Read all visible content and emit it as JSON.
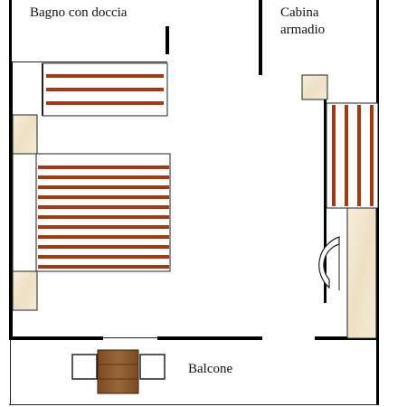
{
  "labels": {
    "bathroom": "Bagno con doccia",
    "closet_line1": "Cabina",
    "closet_line2": "armadio",
    "balcony": "Balcone"
  },
  "colors": {
    "wall": "#000000",
    "outline": "#222222",
    "furniture_fill": "#ffffff",
    "slat": "#a33a14",
    "nightstand": "#f2e6cf",
    "table": "#8a5a2e",
    "table_line": "#5a3512"
  },
  "furniture": {
    "bed_single_slats": 3,
    "bed_double_slats": 11,
    "wardrobe_slats": 4,
    "table_planks": 3
  }
}
